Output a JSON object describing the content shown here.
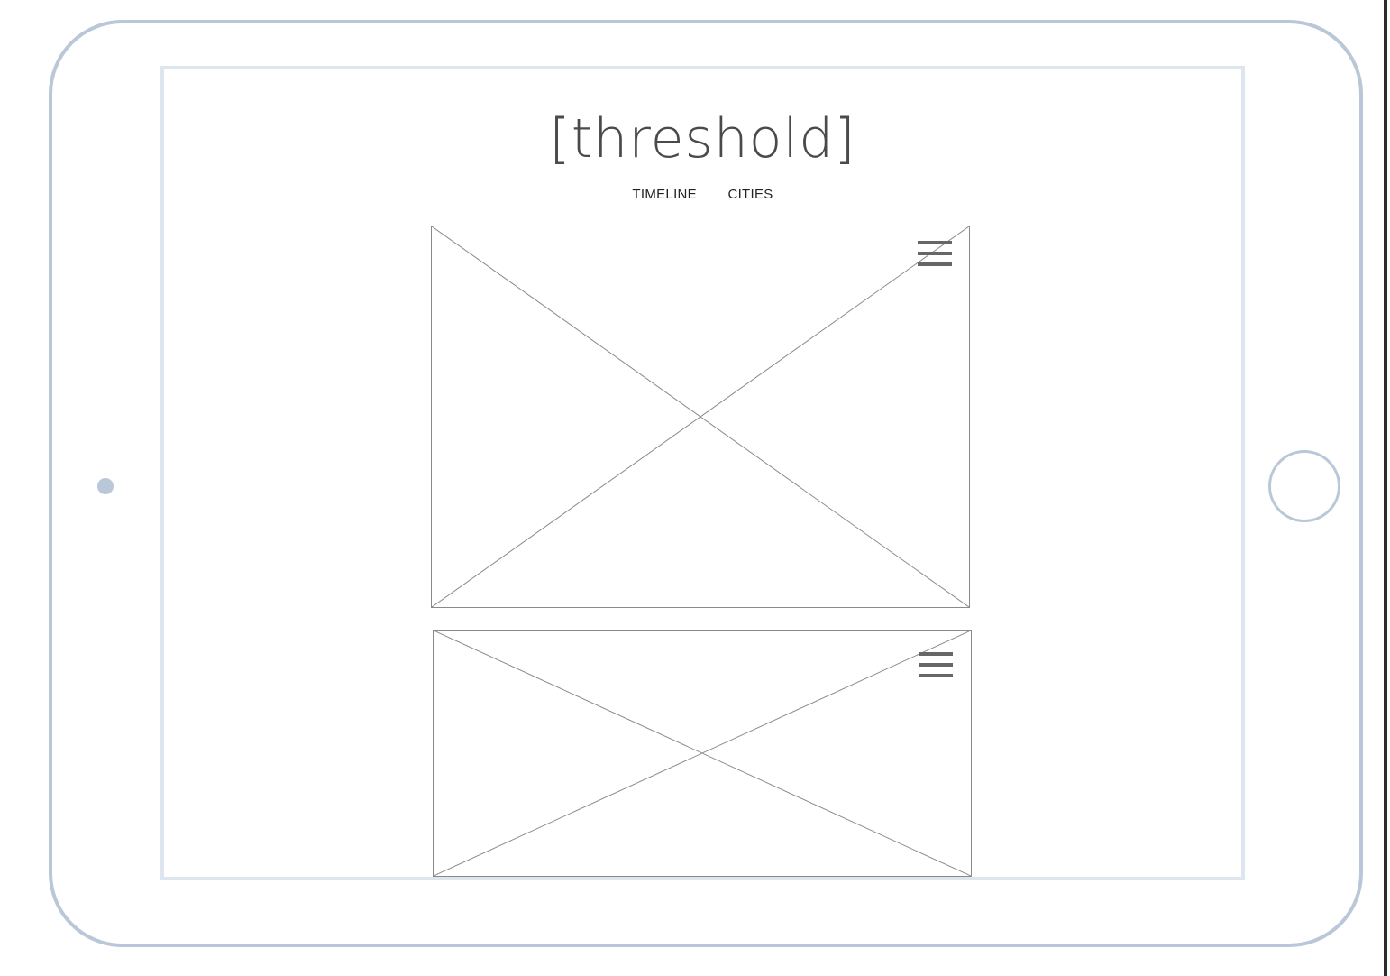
{
  "app": {
    "logo_text": "[threshold]"
  },
  "nav": {
    "items": [
      {
        "label": "TIMELINE"
      },
      {
        "label": "CITIES"
      }
    ]
  },
  "cards": [
    {
      "icon": "hamburger-menu-icon",
      "image": "image-placeholder"
    },
    {
      "icon": "hamburger-menu-icon",
      "image": "image-placeholder"
    }
  ],
  "colors": {
    "device_frame": "#b9c7d8",
    "screen_border": "#dde6ef",
    "placeholder_stroke": "#8a8a8a",
    "menu_icon": "#666666",
    "logo_text": "#4a4a4a"
  }
}
